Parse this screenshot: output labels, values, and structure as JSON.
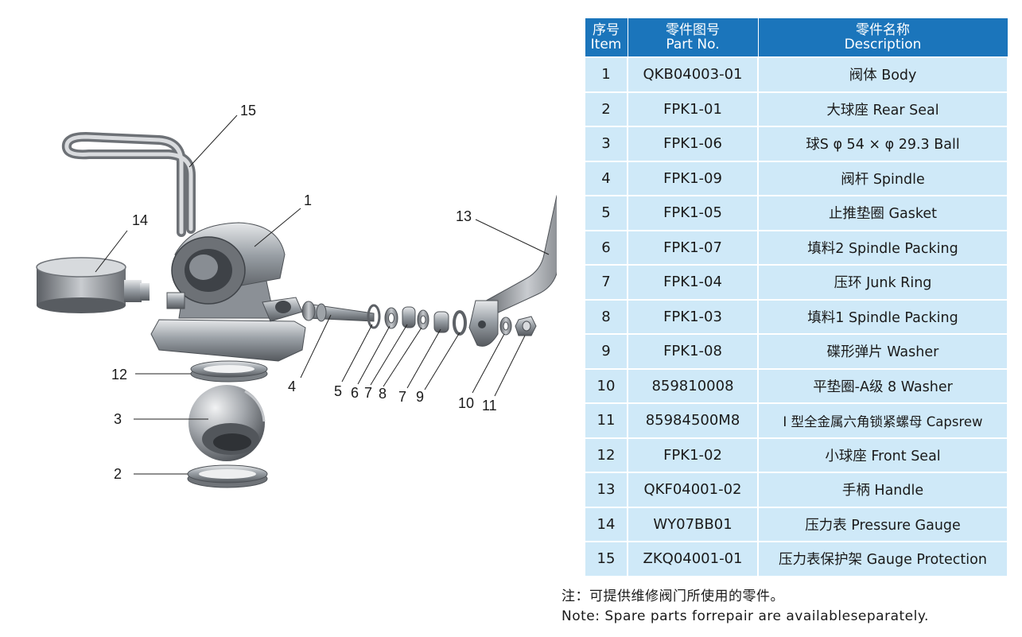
{
  "table": {
    "headers": {
      "item": {
        "zh": "序号",
        "en": "Item"
      },
      "part_no": {
        "zh": "零件图号",
        "en": "Part No."
      },
      "description": {
        "zh": "零件名称",
        "en": "Description"
      }
    },
    "rows": [
      {
        "item": "1",
        "part_no": "QKB04003-01",
        "description": "阀体 Body"
      },
      {
        "item": "2",
        "part_no": "FPK1-01",
        "description": "大球座 Rear Seal"
      },
      {
        "item": "3",
        "part_no": "FPK1-06",
        "description": "球S φ 54 × φ 29.3 Ball"
      },
      {
        "item": "4",
        "part_no": "FPK1-09",
        "description": "阀杆 Spindle"
      },
      {
        "item": "5",
        "part_no": "FPK1-05",
        "description": "止推垫圈 Gasket"
      },
      {
        "item": "6",
        "part_no": "FPK1-07",
        "description": "填料2 Spindle Packing"
      },
      {
        "item": "7",
        "part_no": "FPK1-04",
        "description": "压环 Junk Ring"
      },
      {
        "item": "8",
        "part_no": "FPK1-03",
        "description": "填料1 Spindle Packing"
      },
      {
        "item": "9",
        "part_no": "FPK1-08",
        "description": "碟形弹片 Washer"
      },
      {
        "item": "10",
        "part_no": "859810008",
        "description": "平垫圈-A级 8  Washer"
      },
      {
        "item": "11",
        "part_no": "85984500M8",
        "description": "I 型全金属六角锁紧螺母 Capsrew"
      },
      {
        "item": "12",
        "part_no": "FPK1-02",
        "description": "小球座 Front Seal"
      },
      {
        "item": "13",
        "part_no": "QKF04001-02",
        "description": "手柄 Handle"
      },
      {
        "item": "14",
        "part_no": "WY07BB01",
        "description": "压力表 Pressure Gauge"
      },
      {
        "item": "15",
        "part_no": "ZKQ04001-01",
        "description": "压力表保护架 Gauge Protection"
      }
    ]
  },
  "note": {
    "zh": "注：可提供维修阀门所使用的零件。",
    "en": "Note: Spare parts forrepair are availableseparately."
  },
  "diagram": {
    "callouts": [
      "15",
      "1",
      "14",
      "13",
      "12",
      "4",
      "5",
      "6",
      "7",
      "8",
      "7",
      "9",
      "10",
      "11",
      "3",
      "2"
    ]
  },
  "colors": {
    "header_bg": "#1b75bb",
    "cell_bg": "#cfe9f8",
    "metal": "#8a8f96"
  }
}
